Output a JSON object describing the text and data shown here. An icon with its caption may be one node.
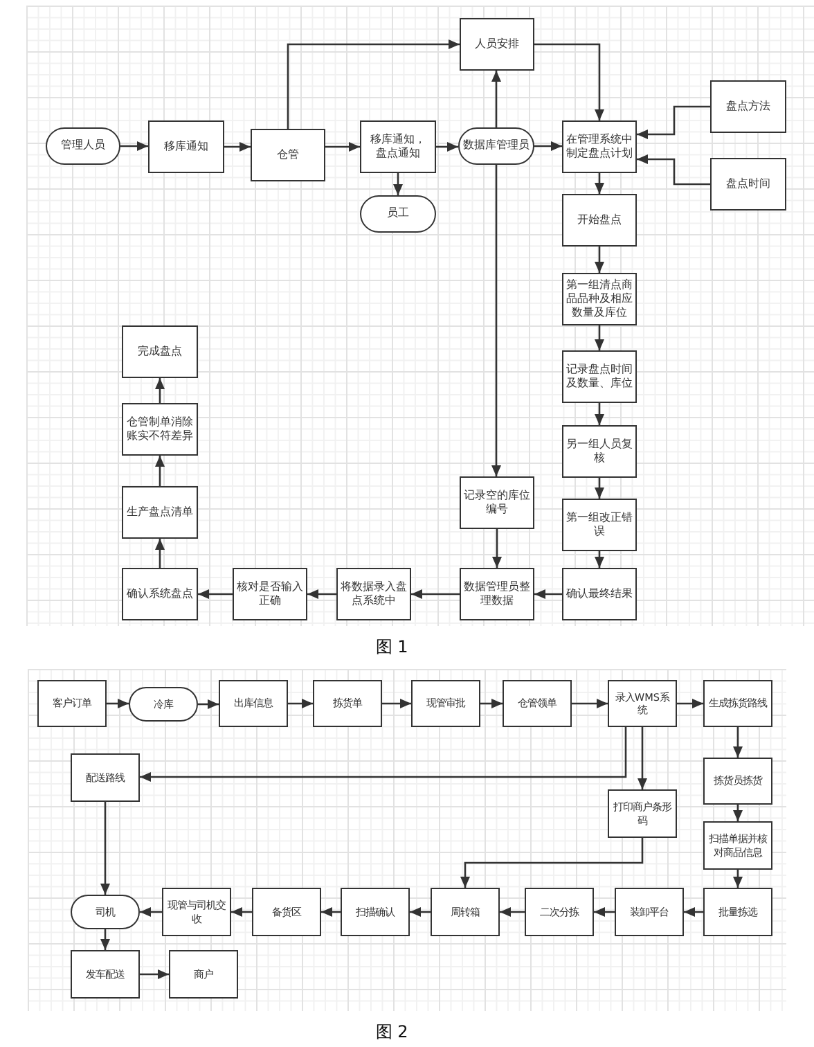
{
  "diagram": {
    "nodes": [
      {
        "text": [
          "管理人员"
        ]
      },
      {
        "text": [
          "移库通知"
        ]
      },
      {
        "text": [
          "仓管"
        ]
      },
      {
        "text": [
          "移库通知，盘点通知"
        ]
      },
      {
        "text": [
          "员工"
        ]
      },
      {
        "text": [
          "人员安排"
        ]
      },
      {
        "text": [
          "数据库管理员"
        ]
      },
      {
        "text": [
          "在管理系统中制定盘点计划"
        ]
      },
      {
        "text": [
          "盘点方法"
        ]
      },
      {
        "text": [
          "盘点时间"
        ]
      },
      {
        "text": [
          "开始盘点"
        ]
      },
      {
        "text": [
          "第一组清点商品品种及相应数量及库位"
        ]
      },
      {
        "text": [
          "记录盘点时间及数量、库位"
        ]
      },
      {
        "text": [
          "另一组人员复核"
        ]
      },
      {
        "text": [
          "第一组改正错误"
        ]
      },
      {
        "text": [
          "确认最终结果"
        ]
      },
      {
        "text": [
          "记录空的库位编号"
        ]
      },
      {
        "text": [
          "数据管理员整理数据"
        ]
      },
      {
        "text": [
          "将数据录入盘点系统中"
        ]
      },
      {
        "text": [
          "核对是否输入正确"
        ]
      },
      {
        "text": [
          "确认系统盘点"
        ]
      },
      {
        "text": [
          "生产盘点清单"
        ]
      },
      {
        "text": [
          "仓管制单消除账实不符差异"
        ]
      },
      {
        "text": [
          "完成盘点"
        ]
      },
      {
        "text": [
          "客户订单"
        ]
      },
      {
        "text": [
          "冷库"
        ]
      },
      {
        "text": [
          "出库信息"
        ]
      },
      {
        "text": [
          "拣货单"
        ]
      },
      {
        "text": [
          "现管审批"
        ]
      },
      {
        "text": [
          "仓管领单"
        ]
      },
      {
        "text": [
          "录入WMS系统"
        ]
      },
      {
        "text": [
          "生成拣货路线"
        ]
      },
      {
        "text": [
          "配送路线"
        ]
      },
      {
        "text": [
          "打印商户条形码"
        ]
      },
      {
        "text": [
          "拣货员拣货"
        ]
      },
      {
        "text": [
          "扫描单据并核对商品信息"
        ]
      },
      {
        "text": [
          "批量拣选"
        ]
      },
      {
        "text": [
          "装卸平台"
        ]
      },
      {
        "text": [
          "二次分拣"
        ]
      },
      {
        "text": [
          "周转箱"
        ]
      },
      {
        "text": [
          "扫描确认"
        ]
      },
      {
        "text": [
          "备货区"
        ]
      },
      {
        "text": [
          "现管与司机交收"
        ]
      },
      {
        "text": [
          "司机"
        ]
      },
      {
        "text": [
          "发车配送"
        ]
      },
      {
        "text": [
          "商户"
        ]
      }
    ],
    "edges": [
      {
        "from": 0,
        "to": 1,
        "arrow": "to"
      },
      {
        "from": 1,
        "to": 2,
        "arrow": "to"
      },
      {
        "from": 2,
        "to": 3,
        "arrow": "to"
      },
      {
        "from": 3,
        "to": 6,
        "arrow": "to"
      },
      {
        "from": 3,
        "to": 4,
        "arrow": "to"
      },
      {
        "from": 2,
        "to": 5,
        "arrow": "to"
      },
      {
        "from": 6,
        "to": 5,
        "arrow": "to"
      },
      {
        "from": 6,
        "to": 7,
        "arrow": "to"
      },
      {
        "from": 5,
        "to": 7,
        "arrow": "to"
      },
      {
        "from": 8,
        "to": 7,
        "arrow": "to"
      },
      {
        "from": 9,
        "to": 7,
        "arrow": "to"
      },
      {
        "from": 7,
        "to": 10,
        "arrow": "to"
      },
      {
        "from": 10,
        "to": 11,
        "arrow": "to"
      },
      {
        "from": 11,
        "to": 12,
        "arrow": "to"
      },
      {
        "from": 12,
        "to": 13,
        "arrow": "to"
      },
      {
        "from": 13,
        "to": 14,
        "arrow": "to"
      },
      {
        "from": 14,
        "to": 15,
        "arrow": "to"
      },
      {
        "from": 15,
        "to": 17,
        "arrow": "to"
      },
      {
        "from": 6,
        "to": 16,
        "arrow": "to"
      },
      {
        "from": 16,
        "to": 17,
        "arrow": "to"
      },
      {
        "from": 17,
        "to": 18,
        "arrow": "to"
      },
      {
        "from": 18,
        "to": 19,
        "arrow": "to"
      },
      {
        "from": 19,
        "to": 20,
        "arrow": "to"
      },
      {
        "from": 20,
        "to": 21,
        "arrow": "to"
      },
      {
        "from": 21,
        "to": 22,
        "arrow": "to"
      },
      {
        "from": 22,
        "to": 23,
        "arrow": "to"
      },
      {
        "from": 24,
        "to": 25,
        "arrow": "to"
      },
      {
        "from": 25,
        "to": 26,
        "arrow": "to"
      },
      {
        "from": 26,
        "to": 27,
        "arrow": "to"
      },
      {
        "from": 27,
        "to": 28,
        "arrow": "to"
      },
      {
        "from": 28,
        "to": 29,
        "arrow": "to"
      },
      {
        "from": 29,
        "to": 30,
        "arrow": "to"
      },
      {
        "from": 30,
        "to": 31,
        "arrow": "to"
      },
      {
        "from": 30,
        "to": 32,
        "arrow": "to"
      },
      {
        "from": 30,
        "to": 33,
        "arrow": "to"
      },
      {
        "from": 31,
        "to": 34,
        "arrow": "to"
      },
      {
        "from": 34,
        "to": 35,
        "arrow": "to"
      },
      {
        "from": 35,
        "to": 36,
        "arrow": "to"
      },
      {
        "from": 36,
        "to": 37,
        "arrow": "to"
      },
      {
        "from": 37,
        "to": 38,
        "arrow": "to"
      },
      {
        "from": 38,
        "to": 39,
        "arrow": "to"
      },
      {
        "from": 33,
        "to": 39,
        "arrow": "to"
      },
      {
        "from": 39,
        "to": 40,
        "arrow": "to"
      },
      {
        "from": 40,
        "to": 41,
        "arrow": "to"
      },
      {
        "from": 41,
        "to": 42,
        "arrow": "to"
      },
      {
        "from": 42,
        "to": 43,
        "arrow": "to"
      },
      {
        "from": 32,
        "to": 43,
        "arrow": "to"
      },
      {
        "from": 43,
        "to": 44,
        "arrow": "to"
      },
      {
        "from": 44,
        "to": 45,
        "arrow": "to"
      }
    ],
    "labels": [
      "图 1",
      "图 2"
    ]
  }
}
